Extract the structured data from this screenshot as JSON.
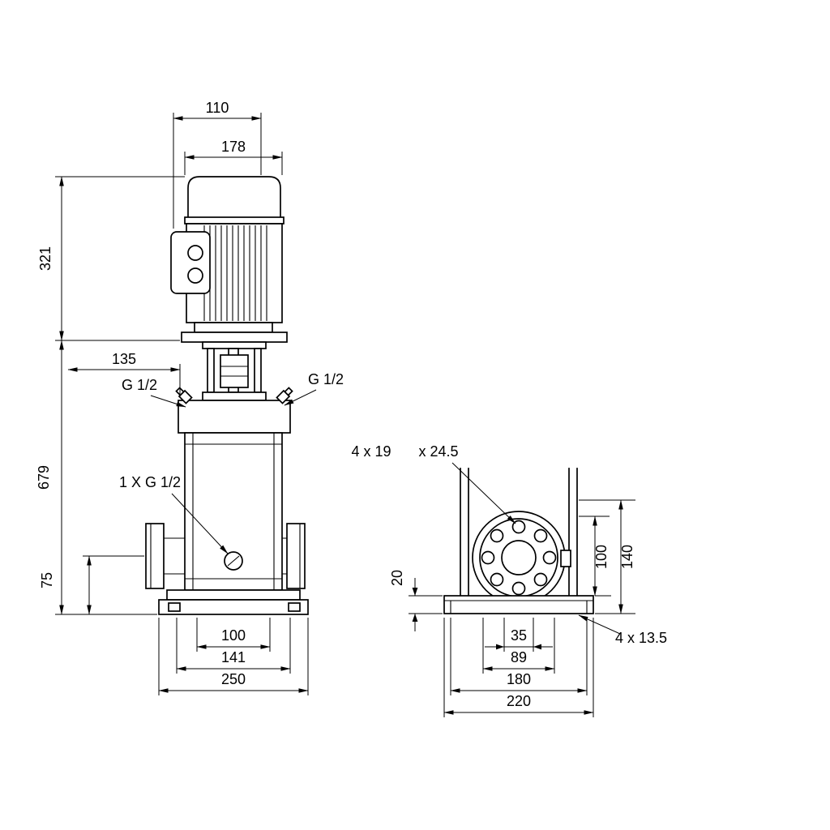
{
  "canvas": {
    "background": "#ffffff",
    "line_color": "#000000"
  },
  "front_view": {
    "dims": {
      "top_width_small": "110",
      "motor_width": "178",
      "motor_height": "321",
      "head_offset": "135",
      "plug_left": "G 1/2",
      "plug_right": "G 1/2",
      "pump_height": "679",
      "drain_port": "1 X G 1/2",
      "port_height": "75",
      "base_inner": "100",
      "base_mid": "141",
      "base_width": "250"
    }
  },
  "side_view": {
    "dims": {
      "flange_holes": "4 x 19",
      "flange_counterbore": "x 24.5",
      "base_thickness": "20",
      "flange_height_inner": "100",
      "flange_height_outer": "140",
      "base_holes": "4 x 13.5",
      "base_slot_inner": "35",
      "base_slot_outer": "89",
      "base_bolt_span": "180",
      "base_depth": "220"
    }
  }
}
